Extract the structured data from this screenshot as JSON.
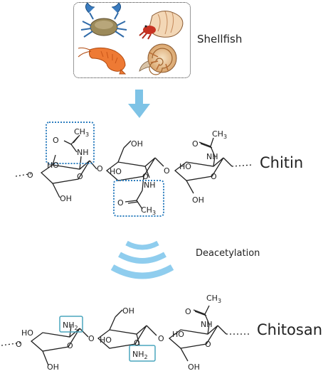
{
  "labels": {
    "source": "Shellfish",
    "product1": "Chitin",
    "process": "Deacetylation",
    "product2": "Chitosan"
  },
  "chem": {
    "ch3": "CH",
    "ch3_sub": "3",
    "nh": "NH",
    "nh2": "NH",
    "nh2_sub": "2",
    "o": "O",
    "oh": "OH",
    "ho": "HO"
  },
  "colors": {
    "arrow": "#7ec3e6",
    "box_blue": "#2e7fbf",
    "box_teal": "#4aa6bd",
    "waves": "#8fcdee"
  },
  "icons": [
    "crab-icon",
    "hermit-crab-icon",
    "shrimp-icon",
    "nautilus-icon"
  ]
}
